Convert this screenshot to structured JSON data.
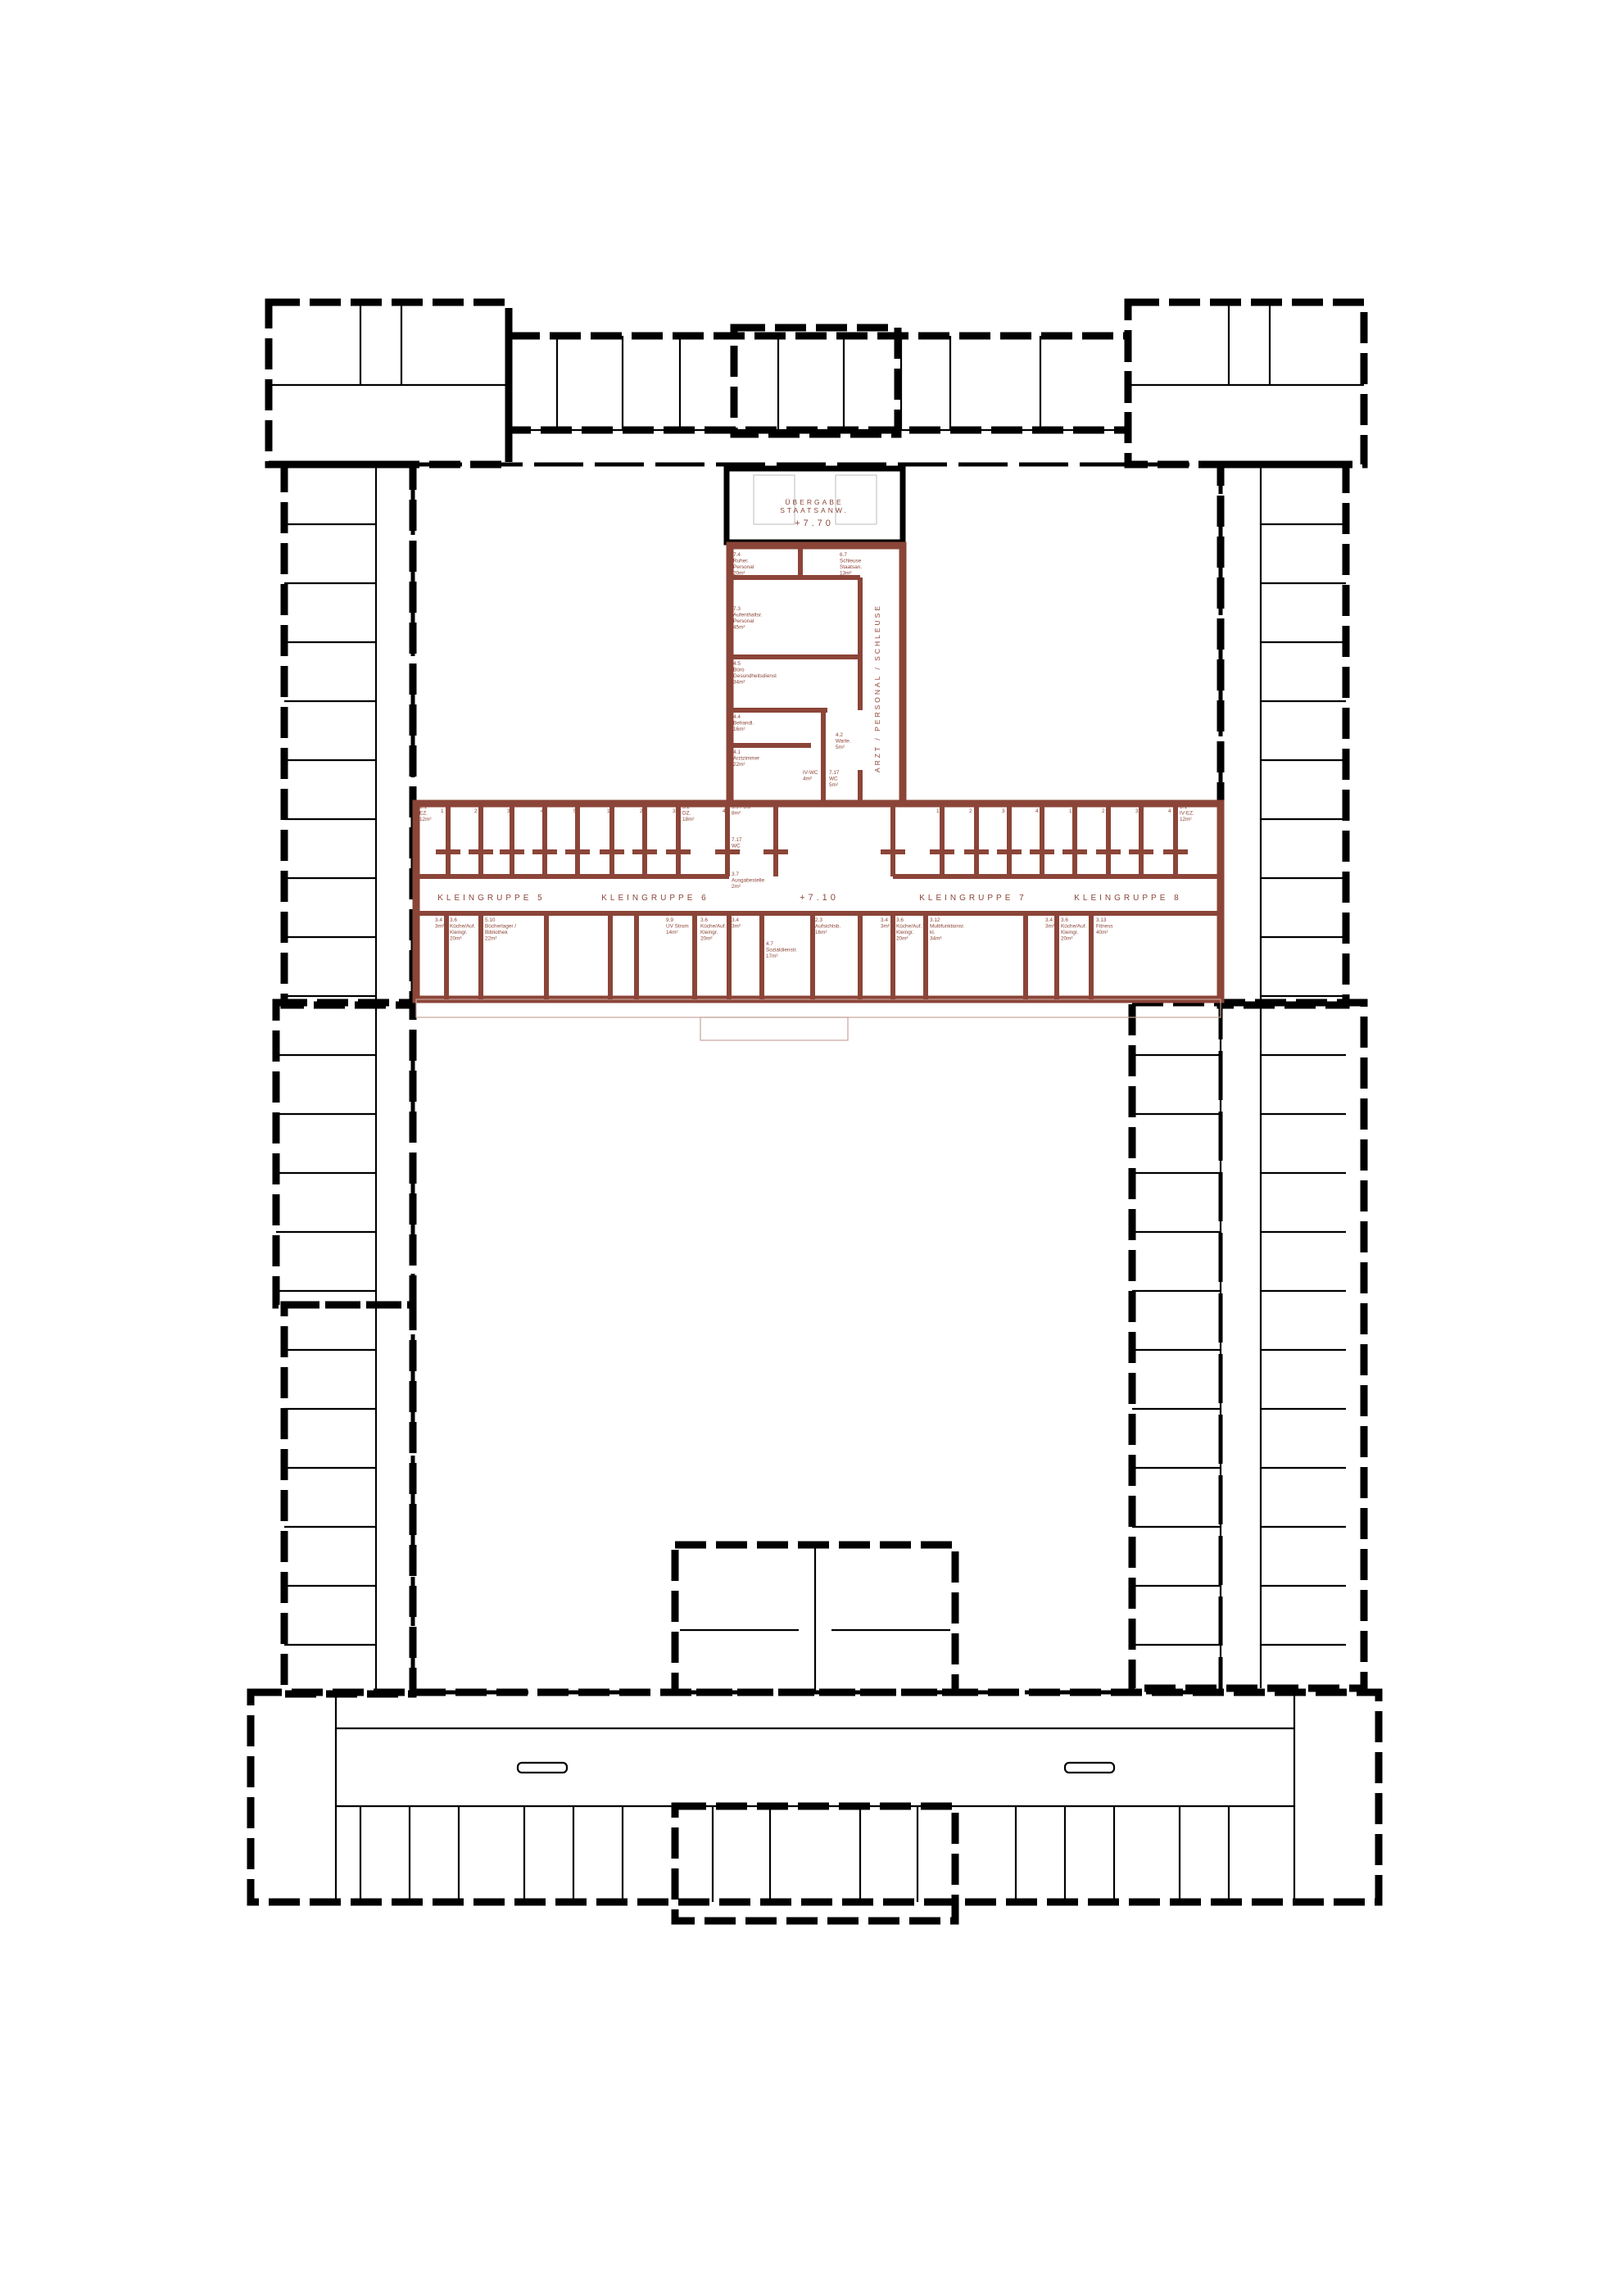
{
  "colors": {
    "wall_existing": "#000000",
    "wall_new": "#8b4538",
    "text": "#8b4538"
  },
  "handover": {
    "line1": "ÜBERGABE",
    "line2": "STAATSANW.",
    "level": "+7.70"
  },
  "corridor_level": "+7.10",
  "vertical_corridor": "ARZT / PERSONAL / SCHLEUSE",
  "groups": [
    "KLEINGRUPPE 5",
    "KLEINGRUPPE 6",
    "KLEINGRUPPE 7",
    "KLEINGRUPPE 8"
  ],
  "room_numbers": [
    "1",
    "2",
    "3",
    "4",
    "5",
    "1",
    "2",
    "3",
    "4",
    "1",
    "2",
    "3",
    "4",
    "1",
    "2",
    "3",
    "4"
  ],
  "rooms": [
    {
      "id": "7.4",
      "name": "Ruher. Personal",
      "area": "20m²"
    },
    {
      "id": "6.7",
      "name": "Schleuse Staatsan.",
      "area": "13m²"
    },
    {
      "id": "7.3",
      "name": "Aufenthaltsr. Personal",
      "area": "45m²"
    },
    {
      "id": "4.5",
      "name": "Büro Gesundheitsdienst",
      "area": "34m²"
    },
    {
      "id": "4.4",
      "name": "Behandl.",
      "area": "16m²"
    },
    {
      "id": "4.2",
      "name": "Warte.",
      "area": "5m²"
    },
    {
      "id": "4.1",
      "name": "Arztzimmer",
      "area": "22m²"
    },
    {
      "id": "",
      "name": "IV-WC",
      "area": "4m²"
    },
    {
      "id": "7.17",
      "name": "WC",
      "area": "5m²"
    },
    {
      "id": "3.1",
      "name": "EZ.",
      "area": "12m²"
    },
    {
      "id": "3.2",
      "name": "DZ.",
      "area": "18m²"
    },
    {
      "id": "5.9 / 5.8",
      "name": "",
      "area": "8m²"
    },
    {
      "id": "7.17",
      "name": "WC",
      "area": "5m²"
    },
    {
      "id": "3.7",
      "name": "Ausgabestelle",
      "area": "2m²"
    },
    {
      "id": "3.1",
      "name": "IV-EZ.",
      "area": "12m²"
    },
    {
      "id": "3.4",
      "name": "",
      "area": "3m²"
    },
    {
      "id": "3.6",
      "name": "Küche/Auf. Kleingr.",
      "area": "20m²"
    },
    {
      "id": "5.10",
      "name": "Bücherlager / Bibliothek",
      "area": "22m²"
    },
    {
      "id": "9.9",
      "name": "UV Strom",
      "area": "14m²"
    },
    {
      "id": "3.6",
      "name": "Küche/Auf. Kleingr.",
      "area": "20m²"
    },
    {
      "id": "3.4",
      "name": "",
      "area": "3m²"
    },
    {
      "id": "4.7",
      "name": "Sozialdienstr.",
      "area": "17m²"
    },
    {
      "id": "2.3",
      "name": "Aufsichtsb.",
      "area": "16m²"
    },
    {
      "id": "3.4",
      "name": "",
      "area": "3m²"
    },
    {
      "id": "3.6",
      "name": "Küche/Auf. Kleingr.",
      "area": "20m²"
    },
    {
      "id": "3.12",
      "name": "Multifunktionsr. kl.",
      "area": "34m²"
    },
    {
      "id": "3.4",
      "name": "",
      "area": "3m²"
    },
    {
      "id": "3.6",
      "name": "Küche/Auf. Kleingr.",
      "area": "20m²"
    },
    {
      "id": "3.13",
      "name": "Fitness",
      "area": "40m²"
    }
  ]
}
